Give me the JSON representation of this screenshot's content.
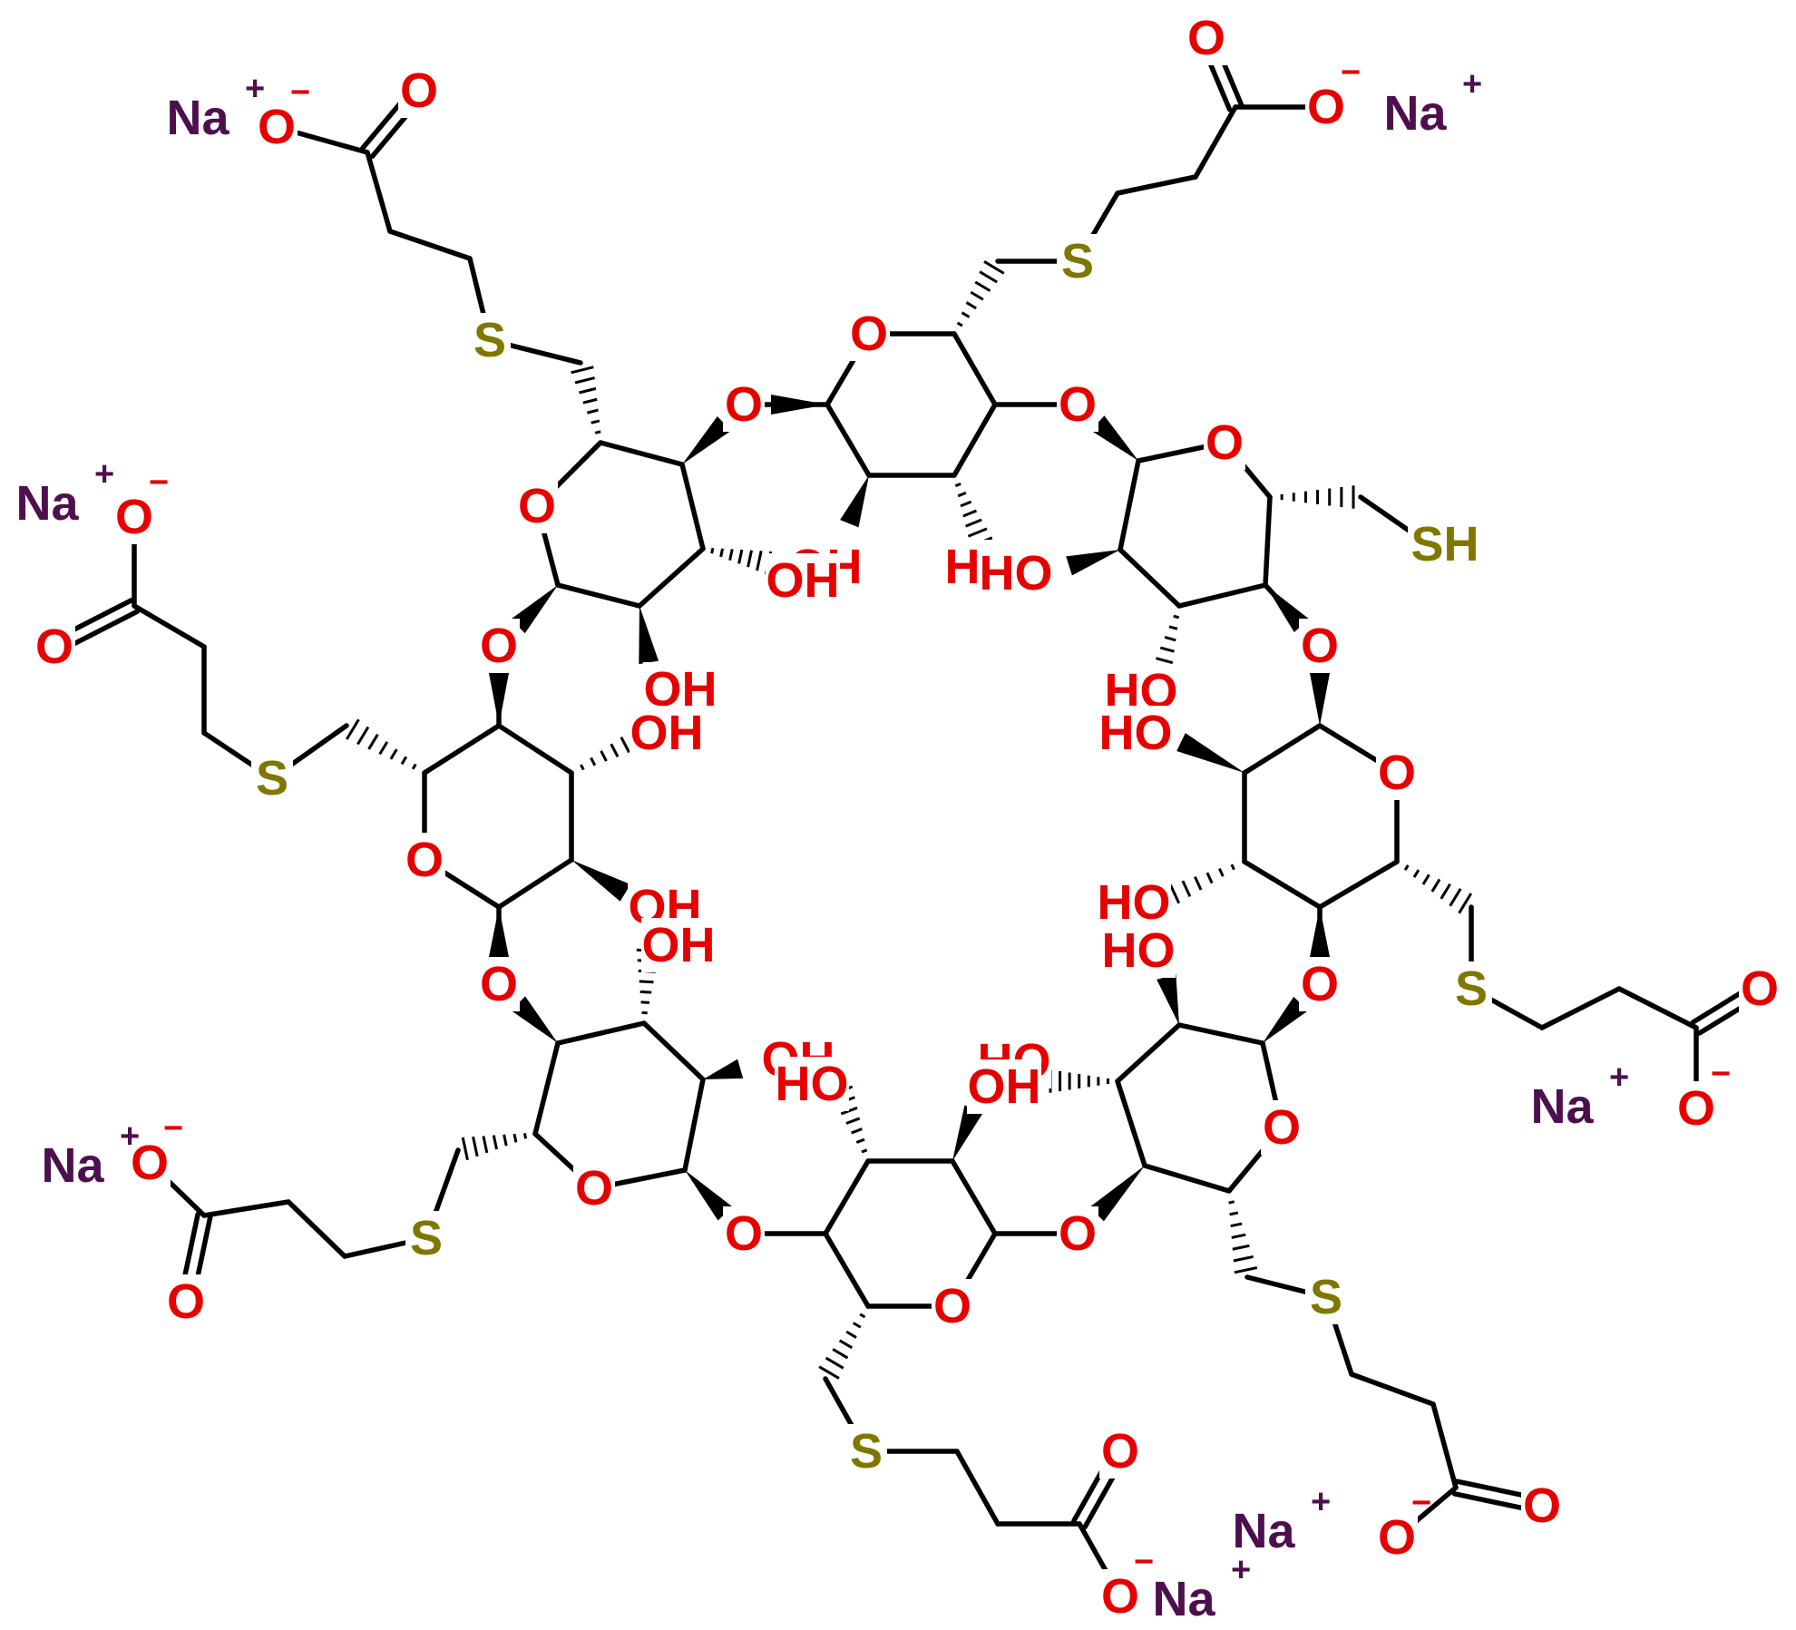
{
  "colors": {
    "oxygen": "#e60000",
    "sulfur": "#807700",
    "sodium": "#4d0f4d",
    "bond": "#000000"
  },
  "labels": {
    "oxygen": "O",
    "hydroxyl_right": "OH",
    "hydroxyl_left": "HO",
    "sulfur": "S",
    "thiol": "SH",
    "sodium": "Na",
    "plus": "+",
    "minus": "−"
  }
}
